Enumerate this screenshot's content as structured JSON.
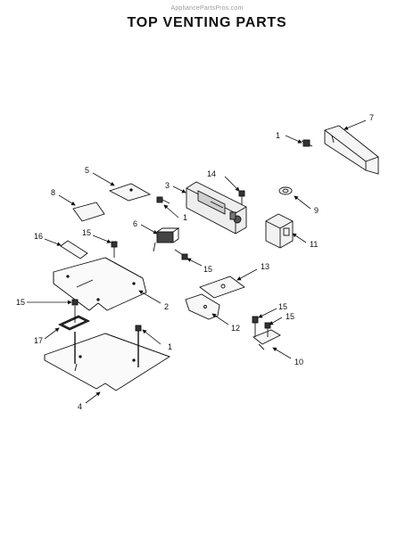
{
  "header": {
    "watermark": "AppliancePartsPros.com",
    "title": "TOP VENTING PARTS"
  },
  "callouts": [
    "1",
    "1",
    "1",
    "2",
    "3",
    "4",
    "5",
    "6",
    "7",
    "8",
    "9",
    "10",
    "11",
    "12",
    "13",
    "14",
    "15",
    "15",
    "15",
    "15",
    "15",
    "16",
    "17"
  ]
}
